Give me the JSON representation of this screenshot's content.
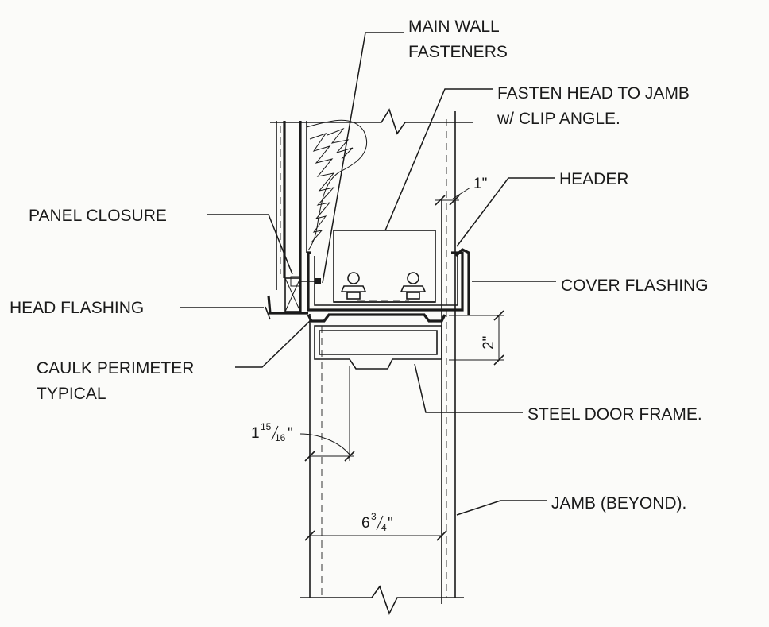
{
  "labels": {
    "main_wall_fasteners_1": "MAIN WALL",
    "main_wall_fasteners_2": "FASTENERS",
    "fasten_head_1": "FASTEN HEAD TO JAMB",
    "fasten_head_2": "w/ CLIP ANGLE.",
    "header": "HEADER",
    "panel_closure": "PANEL CLOSURE",
    "cover_flashing": "COVER FLASHING",
    "head_flashing": "HEAD FLASHING",
    "caulk_1": "CAULK PERIMETER",
    "caulk_2": "TYPICAL",
    "steel_door_frame": "STEEL DOOR FRAME.",
    "jamb_beyond": "JAMB (BEYOND)."
  },
  "dimensions": {
    "one_inch": "1\"",
    "two_inch": "2\"",
    "frame_depth_whole": "1",
    "frame_depth_num": "15",
    "frame_depth_den": "16",
    "frame_depth_unit": "\"",
    "jamb_width_whole": "6",
    "jamb_width_num": "3",
    "jamb_width_den": "4",
    "jamb_width_unit": "\""
  }
}
